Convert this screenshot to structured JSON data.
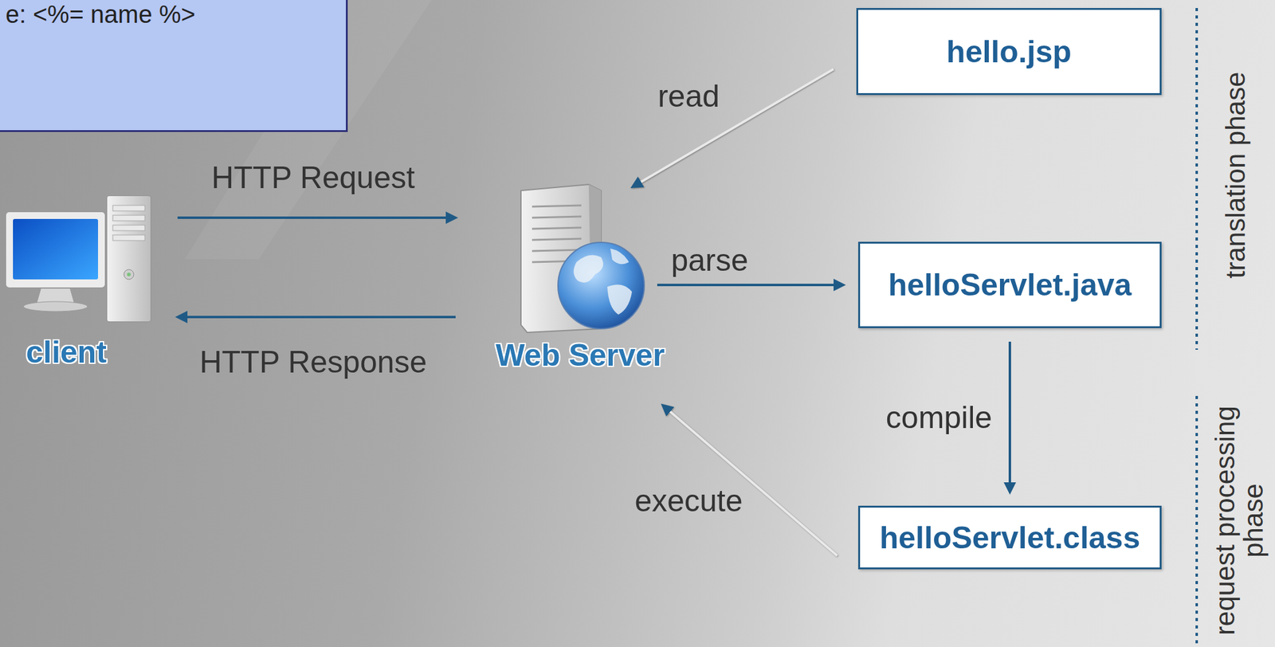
{
  "diagram": {
    "nodes": [
      {
        "text": [
          "e: <%= name %>"
        ]
      },
      {
        "text": [
          "client"
        ]
      },
      {
        "text": [
          "Web Server"
        ]
      },
      {
        "text": [
          "hello.jsp"
        ]
      },
      {
        "text": [
          "helloServlet.java"
        ]
      },
      {
        "text": [
          "helloServlet.class"
        ]
      }
    ],
    "edges": [
      {
        "from": 1,
        "to": 2,
        "label": "HTTP Request",
        "arrow": "to"
      },
      {
        "from": 2,
        "to": 1,
        "label": "HTTP Response",
        "arrow": "to"
      },
      {
        "from": 3,
        "to": 2,
        "label": "read",
        "arrow": "to"
      },
      {
        "from": 2,
        "to": 4,
        "label": "parse",
        "arrow": "to"
      },
      {
        "from": 4,
        "to": 5,
        "label": "compile",
        "arrow": "to"
      },
      {
        "from": 5,
        "to": 2,
        "label": "execute",
        "arrow": "to"
      }
    ],
    "labels": [
      "translation phase",
      "request processing phase"
    ]
  }
}
